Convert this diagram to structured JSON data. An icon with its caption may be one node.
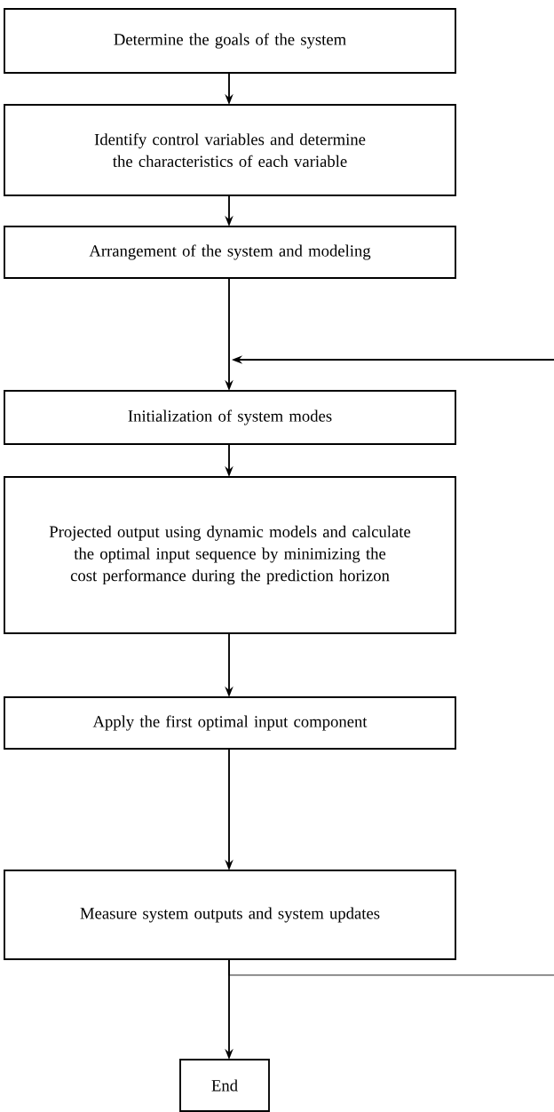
{
  "diagram": {
    "nodes": [
      {
        "text": [
          "Determine the goals of the system"
        ]
      },
      {
        "text": [
          "Identify control variables and determine the characteristics of each variable"
        ]
      },
      {
        "text": [
          "Arrangement of the system and modeling"
        ]
      },
      {
        "text": [
          "Initialization of system modes"
        ]
      },
      {
        "text": [
          "Projected output using dynamic models and calculate the optimal input sequence by minimizing the cost performance during the prediction horizon"
        ]
      },
      {
        "text": [
          "Apply the first optimal input component"
        ]
      },
      {
        "text": [
          "Measure system outputs and system updates"
        ]
      },
      {
        "text": [
          "End"
        ]
      }
    ],
    "edges": [
      {
        "from": 0,
        "to": 1,
        "arrow": "to"
      },
      {
        "from": 1,
        "to": 2,
        "arrow": "to"
      },
      {
        "from": 2,
        "to": 3,
        "arrow": "to"
      },
      {
        "from": null,
        "to": 3,
        "arrow": "to"
      },
      {
        "from": 3,
        "to": 4,
        "arrow": "to"
      },
      {
        "from": 4,
        "to": 5,
        "arrow": "to"
      },
      {
        "from": 5,
        "to": 6,
        "arrow": "to"
      },
      {
        "from": 6,
        "to": 7,
        "arrow": "to"
      },
      {
        "from": 6,
        "to": null,
        "arrow": "none"
      }
    ]
  }
}
